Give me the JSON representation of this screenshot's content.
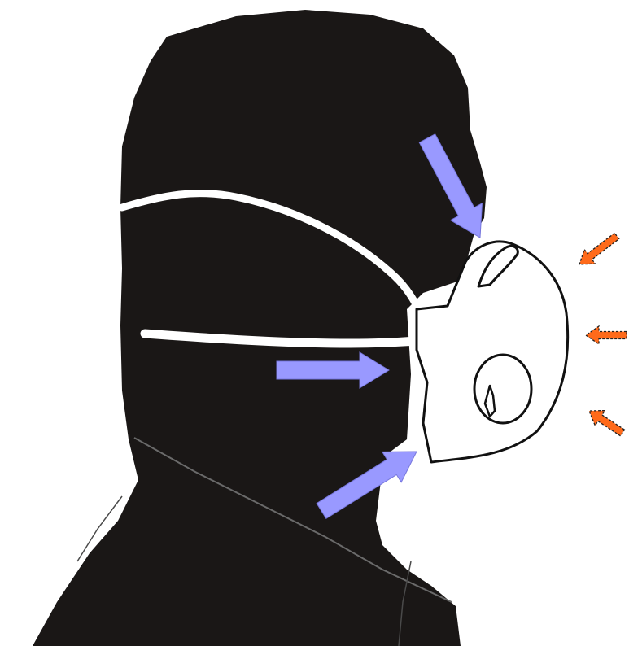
{
  "colors": {
    "background": "#ffffff",
    "silhouette": "#1a1716",
    "mask": "#ffffff",
    "mask_outline": "#111111",
    "strap": "#ffffff",
    "leak_arrow": "#9999ff",
    "leak_arrow_outline": "#7777dd",
    "air_arrow": "#ff6a1a",
    "air_arrow_outline": "#222222"
  },
  "figure": {
    "subject": "head-silhouette-profile",
    "mask_type": "respirator-with-exhalation-valve",
    "leak_arrows": [
      {
        "name": "leak-arrow-nose",
        "direction": "down-right"
      },
      {
        "name": "leak-arrow-cheek",
        "direction": "right"
      },
      {
        "name": "leak-arrow-chin",
        "direction": "up-right"
      }
    ],
    "incoming_air_arrows": [
      {
        "name": "air-arrow-top",
        "direction": "down-left"
      },
      {
        "name": "air-arrow-middle",
        "direction": "left"
      },
      {
        "name": "air-arrow-bottom",
        "direction": "up-left"
      }
    ]
  }
}
